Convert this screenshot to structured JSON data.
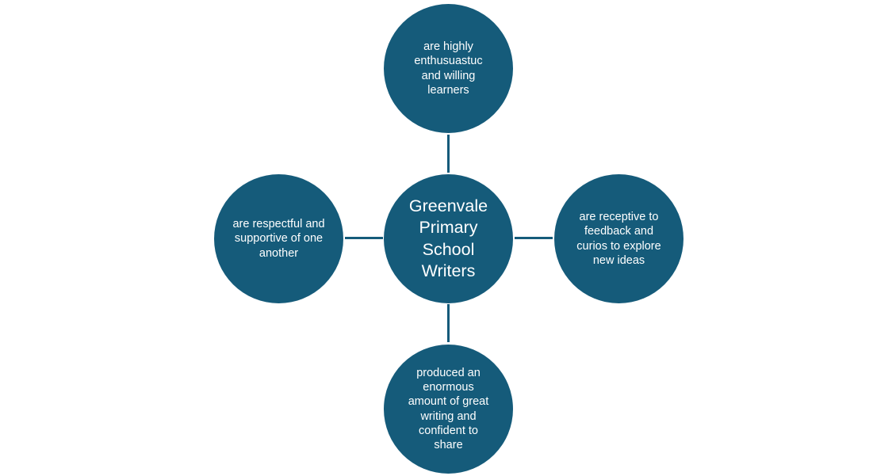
{
  "diagram": {
    "center": {
      "label": "Greenvale Primary School Writers"
    },
    "top": {
      "label": "are highly enthusuastuc and willing learners"
    },
    "right": {
      "label": "are receptive to feedback and curios to explore new ideas"
    },
    "bottom": {
      "label": "produced an enormous amount of great writing and confident to share"
    },
    "left": {
      "label": "are respectful and supportive of one another"
    }
  },
  "colors": {
    "node_fill": "#155b7a",
    "connector": "#155b7a",
    "text": "#ffffff"
  }
}
